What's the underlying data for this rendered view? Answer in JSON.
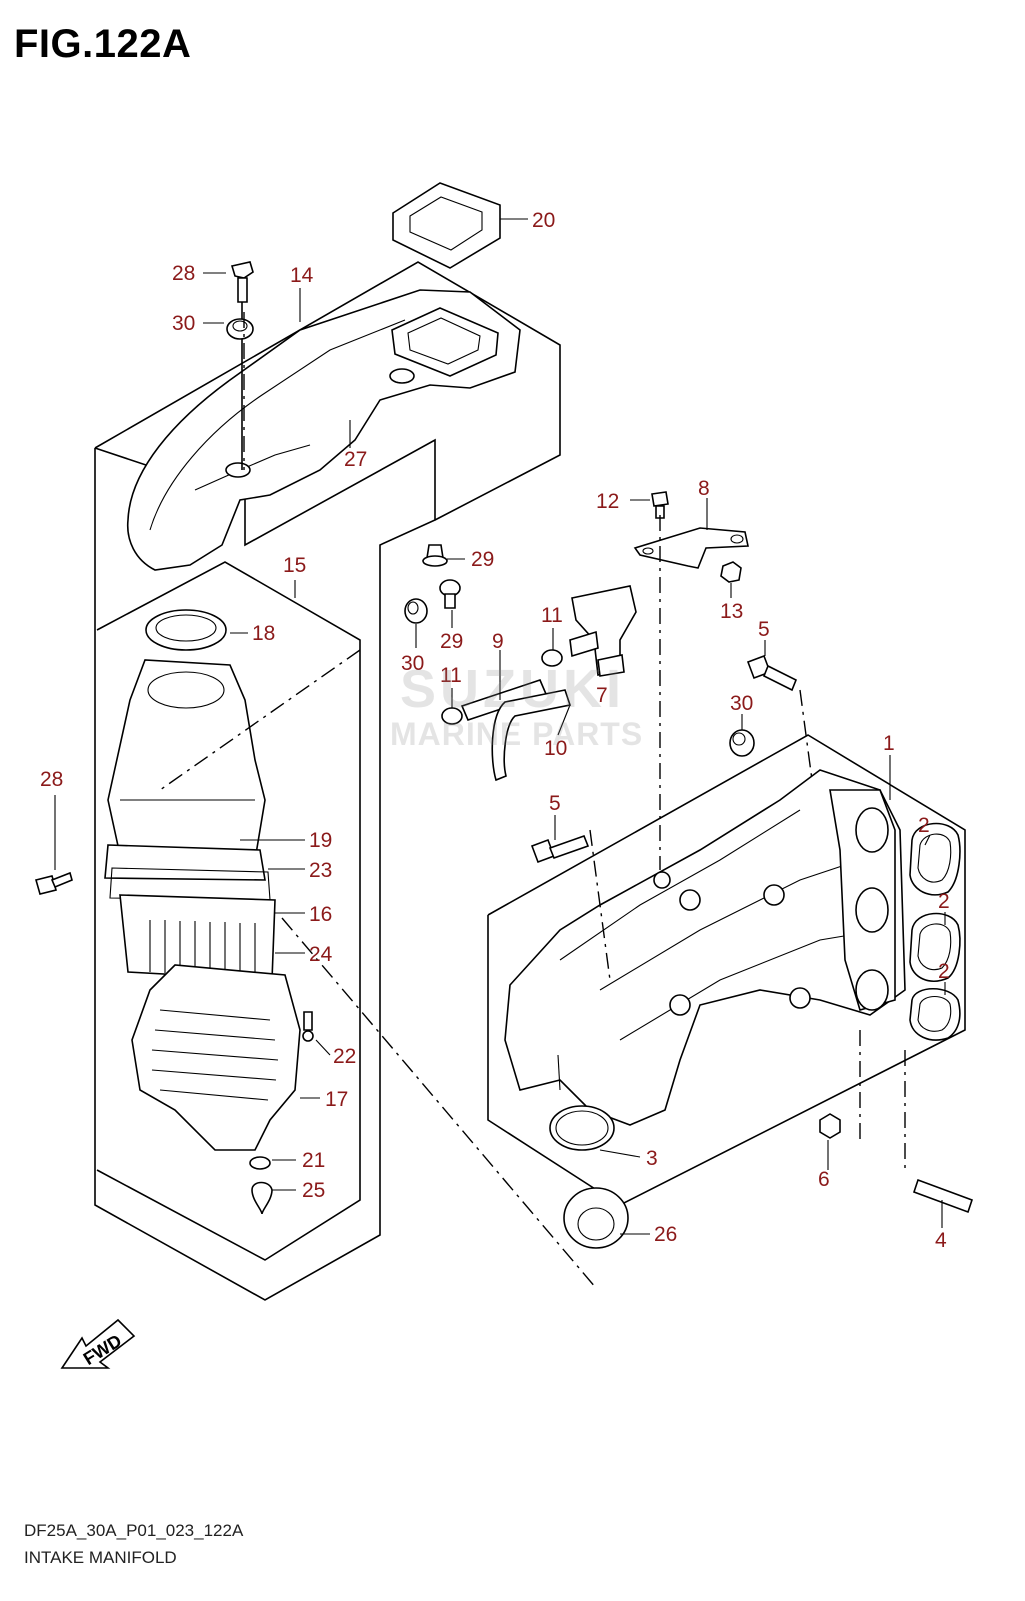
{
  "figure": {
    "title": "FIG.122A",
    "code": "DF25A_30A_P01_023_122A",
    "caption": "INTAKE MANIFOLD"
  },
  "watermark": {
    "brand": "SUZUKI",
    "subtitle": "MARINE PARTS"
  },
  "fwd_label": "FWD",
  "callouts": [
    "1",
    "2",
    "2",
    "2",
    "3",
    "4",
    "5",
    "5",
    "6",
    "7",
    "8",
    "9",
    "10",
    "11",
    "11",
    "12",
    "13",
    "14",
    "15",
    "16",
    "17",
    "18",
    "19",
    "20",
    "21",
    "22",
    "23",
    "24",
    "25",
    "26",
    "27",
    "28",
    "28",
    "29",
    "29",
    "30",
    "30",
    "30"
  ],
  "colors": {
    "callout_text": "#8b1a1a",
    "line_art": "#000000",
    "watermark": "#8a8a8a"
  }
}
